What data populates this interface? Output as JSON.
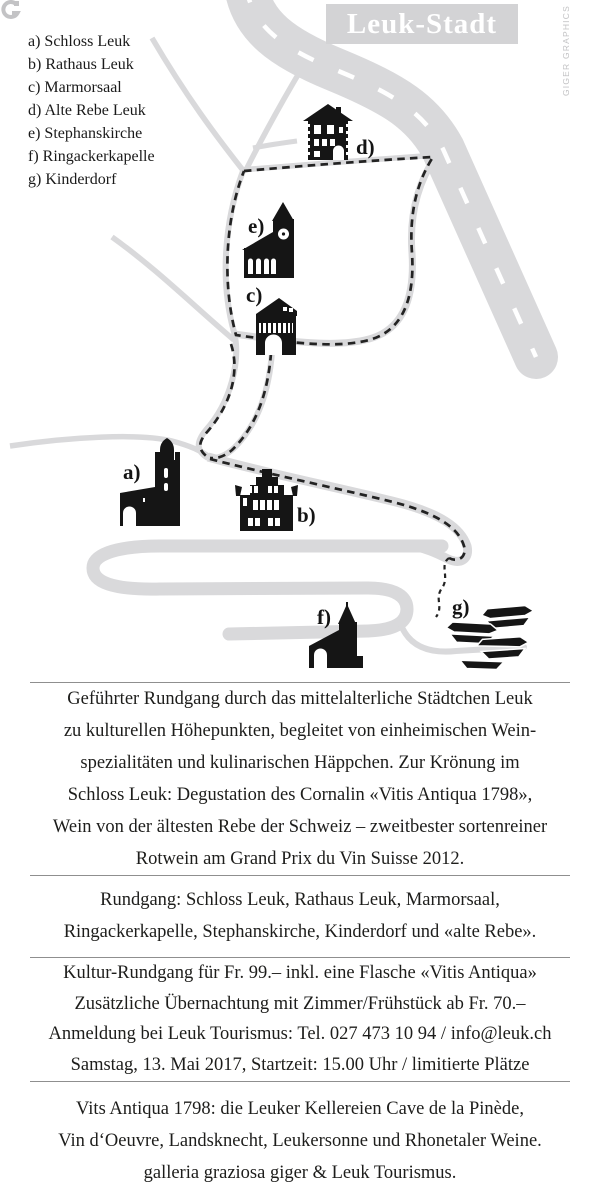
{
  "header": {
    "title": "Leuk-Stadt"
  },
  "branding": {
    "text": "GIGER GRAPHICS"
  },
  "legend": {
    "items": [
      "a) Schloss Leuk",
      "b) Rathaus Leuk",
      "c) Marmorsaal",
      "d) Alte Rebe Leuk",
      "e) Stephanskirche",
      "f) Ringackerkapelle",
      "g) Kinderdorf"
    ]
  },
  "map": {
    "labels": {
      "a": "a)",
      "b": "b)",
      "c": "c)",
      "d": "d)",
      "e": "e)",
      "f": "f)",
      "g": "g)"
    }
  },
  "sections": [
    {
      "lines": [
        "Geführter Rundgang durch das mittelalterliche Städtchen Leuk",
        "zu kulturellen Höhepunkten, begleitet von einheimischen Wein-",
        "spezialitäten und kulinarischen Häppchen. Zur Krönung im",
        "Schloss Leuk: Degustation des Cornalin «Vitis Antiqua 1798»,",
        "Wein von der ältesten Rebe der Schweiz – zweitbester sortenreiner",
        "Rotwein am Grand Prix du Vin Suisse 2012."
      ]
    },
    {
      "lines": [
        "Rundgang: Schloss Leuk, Rathaus Leuk, Marmorsaal,",
        "Ringackerkapelle, Stephanskirche, Kinderdorf und «alte Rebe»."
      ]
    },
    {
      "lines": [
        "Kultur-Rundgang für Fr. 99.– inkl. eine Flasche «Vitis Antiqua»",
        "Zusätzliche Übernachtung mit Zimmer/Frühstück ab Fr. 70.–",
        "Anmeldung bei Leuk Tourismus: Tel. 027 473 10 94 / info@leuk.ch",
        "Samstag, 13. Mai 2017, Startzeit: 15.00 Uhr / limitierte Plätze"
      ]
    },
    {
      "lines": [
        "Vits Antiqua 1798: die Leuker Kellereien Cave de la Pinède,",
        "Vin d‘Oeuvre, Landsknecht, Leukersonne und Rhonetaler Weine.",
        "galleria graziosa giger & Leuk Tourismus."
      ]
    }
  ],
  "colors": {
    "road": "#d9d9db",
    "title_box": "#d3d3d5",
    "route": "#232323",
    "icon": "#151515",
    "text": "#1d1d1b",
    "divider": "#8f8f8f",
    "branding": "#c3c3c5"
  }
}
